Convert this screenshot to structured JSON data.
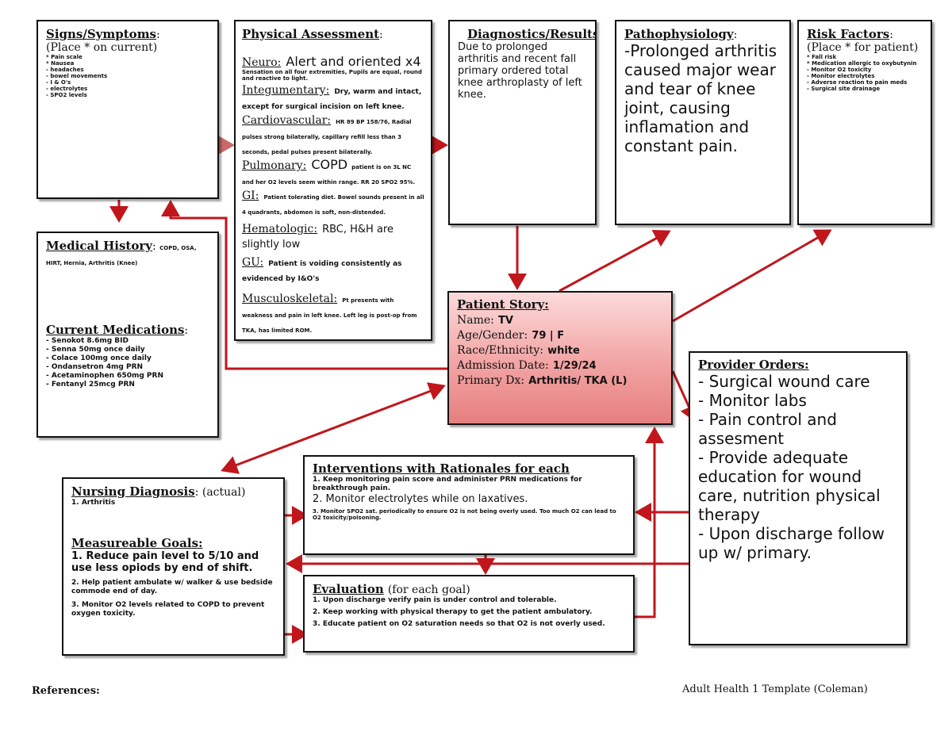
{
  "signs": {
    "title": "Signs/Symptoms",
    "subtitle": "(Place * on current)",
    "items": [
      "* Pain scale",
      "* Nausea",
      "- headaches",
      "- bowel movements",
      "- I & O's",
      "- electrolytes",
      "- SPO2 levels"
    ]
  },
  "physical": {
    "title": "Physical Assessment",
    "neuro_label": "Neuro:",
    "neuro_value": "Alert and oriented x4",
    "neuro_detail": "Sensation on all four extremities, Pupils are equal, round and reactive to light.",
    "integ_label": "Integumentary:",
    "integ_value": "Dry, warm and intact, except for surgical incision on left knee.",
    "cardio_label": "Cardiovascular:",
    "cardio_value": "HR 89 BP 158/76, Radial pulses strong bilaterally, capillary refill less than 3 seconds, pedal pulses present bilaterally.",
    "pulm_label": "Pulmonary:",
    "pulm_value": "COPD",
    "pulm_detail": "patient is on 3L NC and her O2 levels seem within range. RR 20 SPO2 95%.",
    "gi_label": "GI:",
    "gi_value": "Patient tolerating diet. Bowel sounds present in all 4 quadrants, abdomen is soft, non-distended.",
    "hema_label": "Hematologic:",
    "hema_value": "RBC, H&H are slightly low",
    "gu_label": "GU:",
    "gu_value": "Patient is voiding consistently as evidenced by I&O's",
    "msk_label": "Musculoskeletal:",
    "msk_value": "Pt presents with weakness and pain in left knee. Left leg is post-op from TKA, has limited ROM."
  },
  "diagnostics": {
    "title": "Diagnostics/Results:",
    "value": "Due to prolonged arthritis and recent fall primary ordered total knee arthroplasty of left knee."
  },
  "patho": {
    "title": "Pathophysiology",
    "value": "-Prolonged arthritis caused major wear and tear of knee joint, causing inflamation and constant pain."
  },
  "risk": {
    "title": "Risk Factors",
    "subtitle": "(Place * for patient)",
    "items": [
      "* Fall risk",
      "* Medication allergic to oxybutynin",
      "- Monitor O2 toxicity",
      "- Monitor electrolytes",
      "- Adverse reaction to pain meds",
      "- Surgical site drainage"
    ]
  },
  "medhist": {
    "title": "Medical History",
    "value": "COPD, OSA, HIRT, Hernia, Arthritis (Knee)",
    "meds_title": "Current Medications",
    "meds": [
      "- Senokot 8.6mg BID",
      "- Senna 50mg once daily",
      "- Colace 100mg once daily",
      "- Ondansetron 4mg PRN",
      "- Acetaminophen 650mg PRN",
      "- Fentanyl 25mcg PRN"
    ]
  },
  "story": {
    "title": "Patient Story:",
    "name_label": "Name:",
    "name_value": "TV",
    "age_label": "Age/Gender:",
    "age_value": "79 | F",
    "race_label": "Race/Ethnicity:",
    "race_value": "white",
    "adm_label": "Admission Date:",
    "adm_value": "1/29/24",
    "dx_label": "Primary Dx:",
    "dx_value": "Arthritis/ TKA (L)"
  },
  "provider": {
    "title": "Provider Orders:",
    "items": [
      "- Surgical wound care",
      "- Monitor labs",
      "- Pain control and assesment",
      "- Provide adequate education for wound care, nutrition physical therapy",
      "- Upon discharge follow up w/ primary."
    ]
  },
  "nursing": {
    "title": "Nursing Diagnosis",
    "subtitle": "(actual)",
    "item": "1. Arthritis",
    "goals_title": "Measureable Goals:",
    "goals": [
      "1. Reduce pain level to 5/10 and use less opiods by end of shift.",
      "2. Help patient ambulate w/ walker & use bedside commode end of day.",
      "3. Monitor O2 levels related to COPD to prevent oxygen toxicity."
    ]
  },
  "interventions": {
    "title": "Interventions with Rationales for each",
    "items": [
      "1. Keep monitoring pain score and administer PRN medications for breakthrough pain.",
      "2. Monitor electrolytes while on laxatives.",
      "3. Monitor SPO2 sat. periodically to ensure O2 is not being overly used. Too much O2 can lead to O2 toxicity/poisoning."
    ]
  },
  "evaluation": {
    "title": "Evaluation",
    "subtitle": "(for each goal)",
    "items": [
      "1. Upon discharge verify pain is under control and tolerable.",
      "2. Keep working with physical therapy to get the patient ambulatory.",
      "3. Educate patient on O2 saturation needs so that O2 is not overly used."
    ]
  },
  "footer": {
    "references": "References:",
    "template": "Adult Health 1 Template (Coleman)"
  },
  "colors": {
    "arrow": "#c0161c",
    "story_top": "#fbdada",
    "story_bottom": "#e77f7f"
  }
}
